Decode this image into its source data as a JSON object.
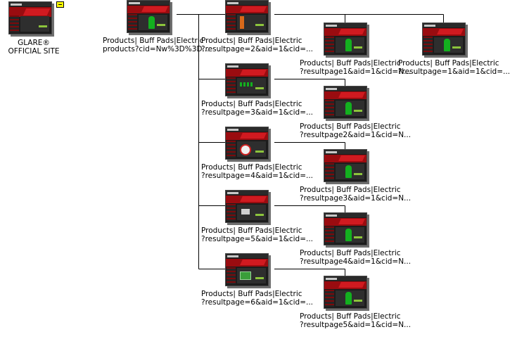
{
  "root": {
    "line1": "GLARE®",
    "line2": "OFFICIAL SITE"
  },
  "nodes": {
    "products": {
      "line1": "Products| Buff Pads|Electric",
      "line2": "products?cid=Nw%3D%3D..."
    },
    "p2": {
      "line1": "Products| Buff Pads|Electric",
      "line2": "?resultpage=2&aid=1&cid=..."
    },
    "p3": {
      "line1": "Products| Buff Pads|Electric",
      "line2": "?resultpage=3&aid=1&cid=..."
    },
    "p4": {
      "line1": "Products| Buff Pads|Electric",
      "line2": "?resultpage=4&aid=1&cid=..."
    },
    "p5": {
      "line1": "Products| Buff Pads|Electric",
      "line2": "?resultpage=5&aid=1&cid=..."
    },
    "p6": {
      "line1": "Products| Buff Pads|Electric",
      "line2": "?resultpage=6&aid=1&cid=..."
    },
    "rp1a": {
      "line1": "Products| Buff Pads|Electric",
      "line2": "?resultpage1&aid=1&cid=N..."
    },
    "rp1b": {
      "line1": "Products| Buff Pads|Electric",
      "line2": "?resultpage=1&aid=1&cid=..."
    },
    "rp2": {
      "line1": "Products| Buff Pads|Electric",
      "line2": "?resultpage2&aid=1&cid=N..."
    },
    "rp3": {
      "line1": "Products| Buff Pads|Electric",
      "line2": "?resultpage3&aid=1&cid=N..."
    },
    "rp4": {
      "line1": "Products| Buff Pads|Electric",
      "line2": "?resultpage4&aid=1&cid=N..."
    },
    "rp5": {
      "line1": "Products| Buff Pads|Electric",
      "line2": "?resultpage5&aid=1&cid=N..."
    }
  },
  "colors": {
    "thumb_bg": "#1c1c1c",
    "brand_red": "#9a0c10",
    "accent_green": "#13b01f",
    "expand_btn": "#ffff00"
  },
  "icons": {
    "collapse": "minus-icon"
  }
}
